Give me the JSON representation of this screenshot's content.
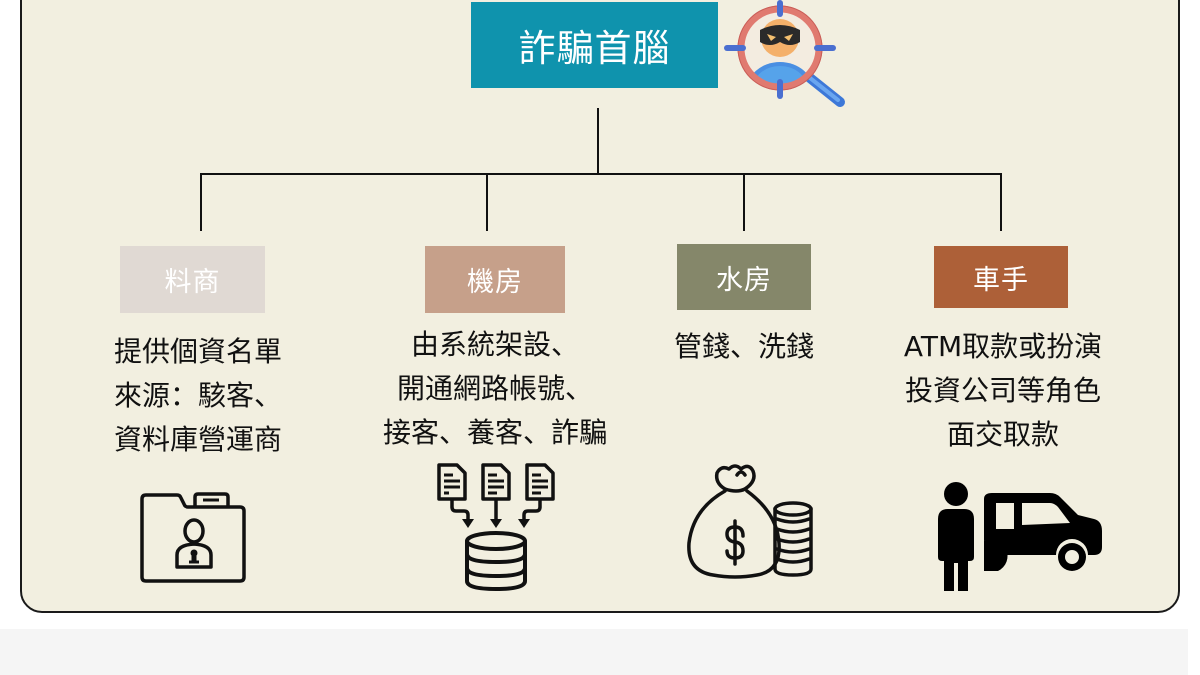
{
  "diagram": {
    "title": "詐騙首腦",
    "title_icon": "criminal-target-magnifier-icon",
    "colors": {
      "background": "#f2efe0",
      "header": "#0f93ad",
      "border": "#1a1a1a"
    },
    "roles": [
      {
        "label": "料商",
        "color": "#e0d9d3",
        "description": [
          "提供個資名單",
          "來源：駭客、",
          "資料庫營運商"
        ],
        "icon": "locked-user-folder-icon"
      },
      {
        "label": "機房",
        "color": "#c6a08a",
        "description": [
          "由系統架設、",
          "開通網路帳號、",
          "接客、養客、詐騙"
        ],
        "icon": "documents-to-database-icon"
      },
      {
        "label": "水房",
        "color": "#85876a",
        "description": [
          "管錢、洗錢"
        ],
        "icon": "money-bag-coins-icon"
      },
      {
        "label": "車手",
        "color": "#ad6038",
        "description": [
          "ATM取款或扮演",
          "投資公司等角色",
          "面交取款"
        ],
        "icon": "person-car-icon"
      }
    ]
  }
}
